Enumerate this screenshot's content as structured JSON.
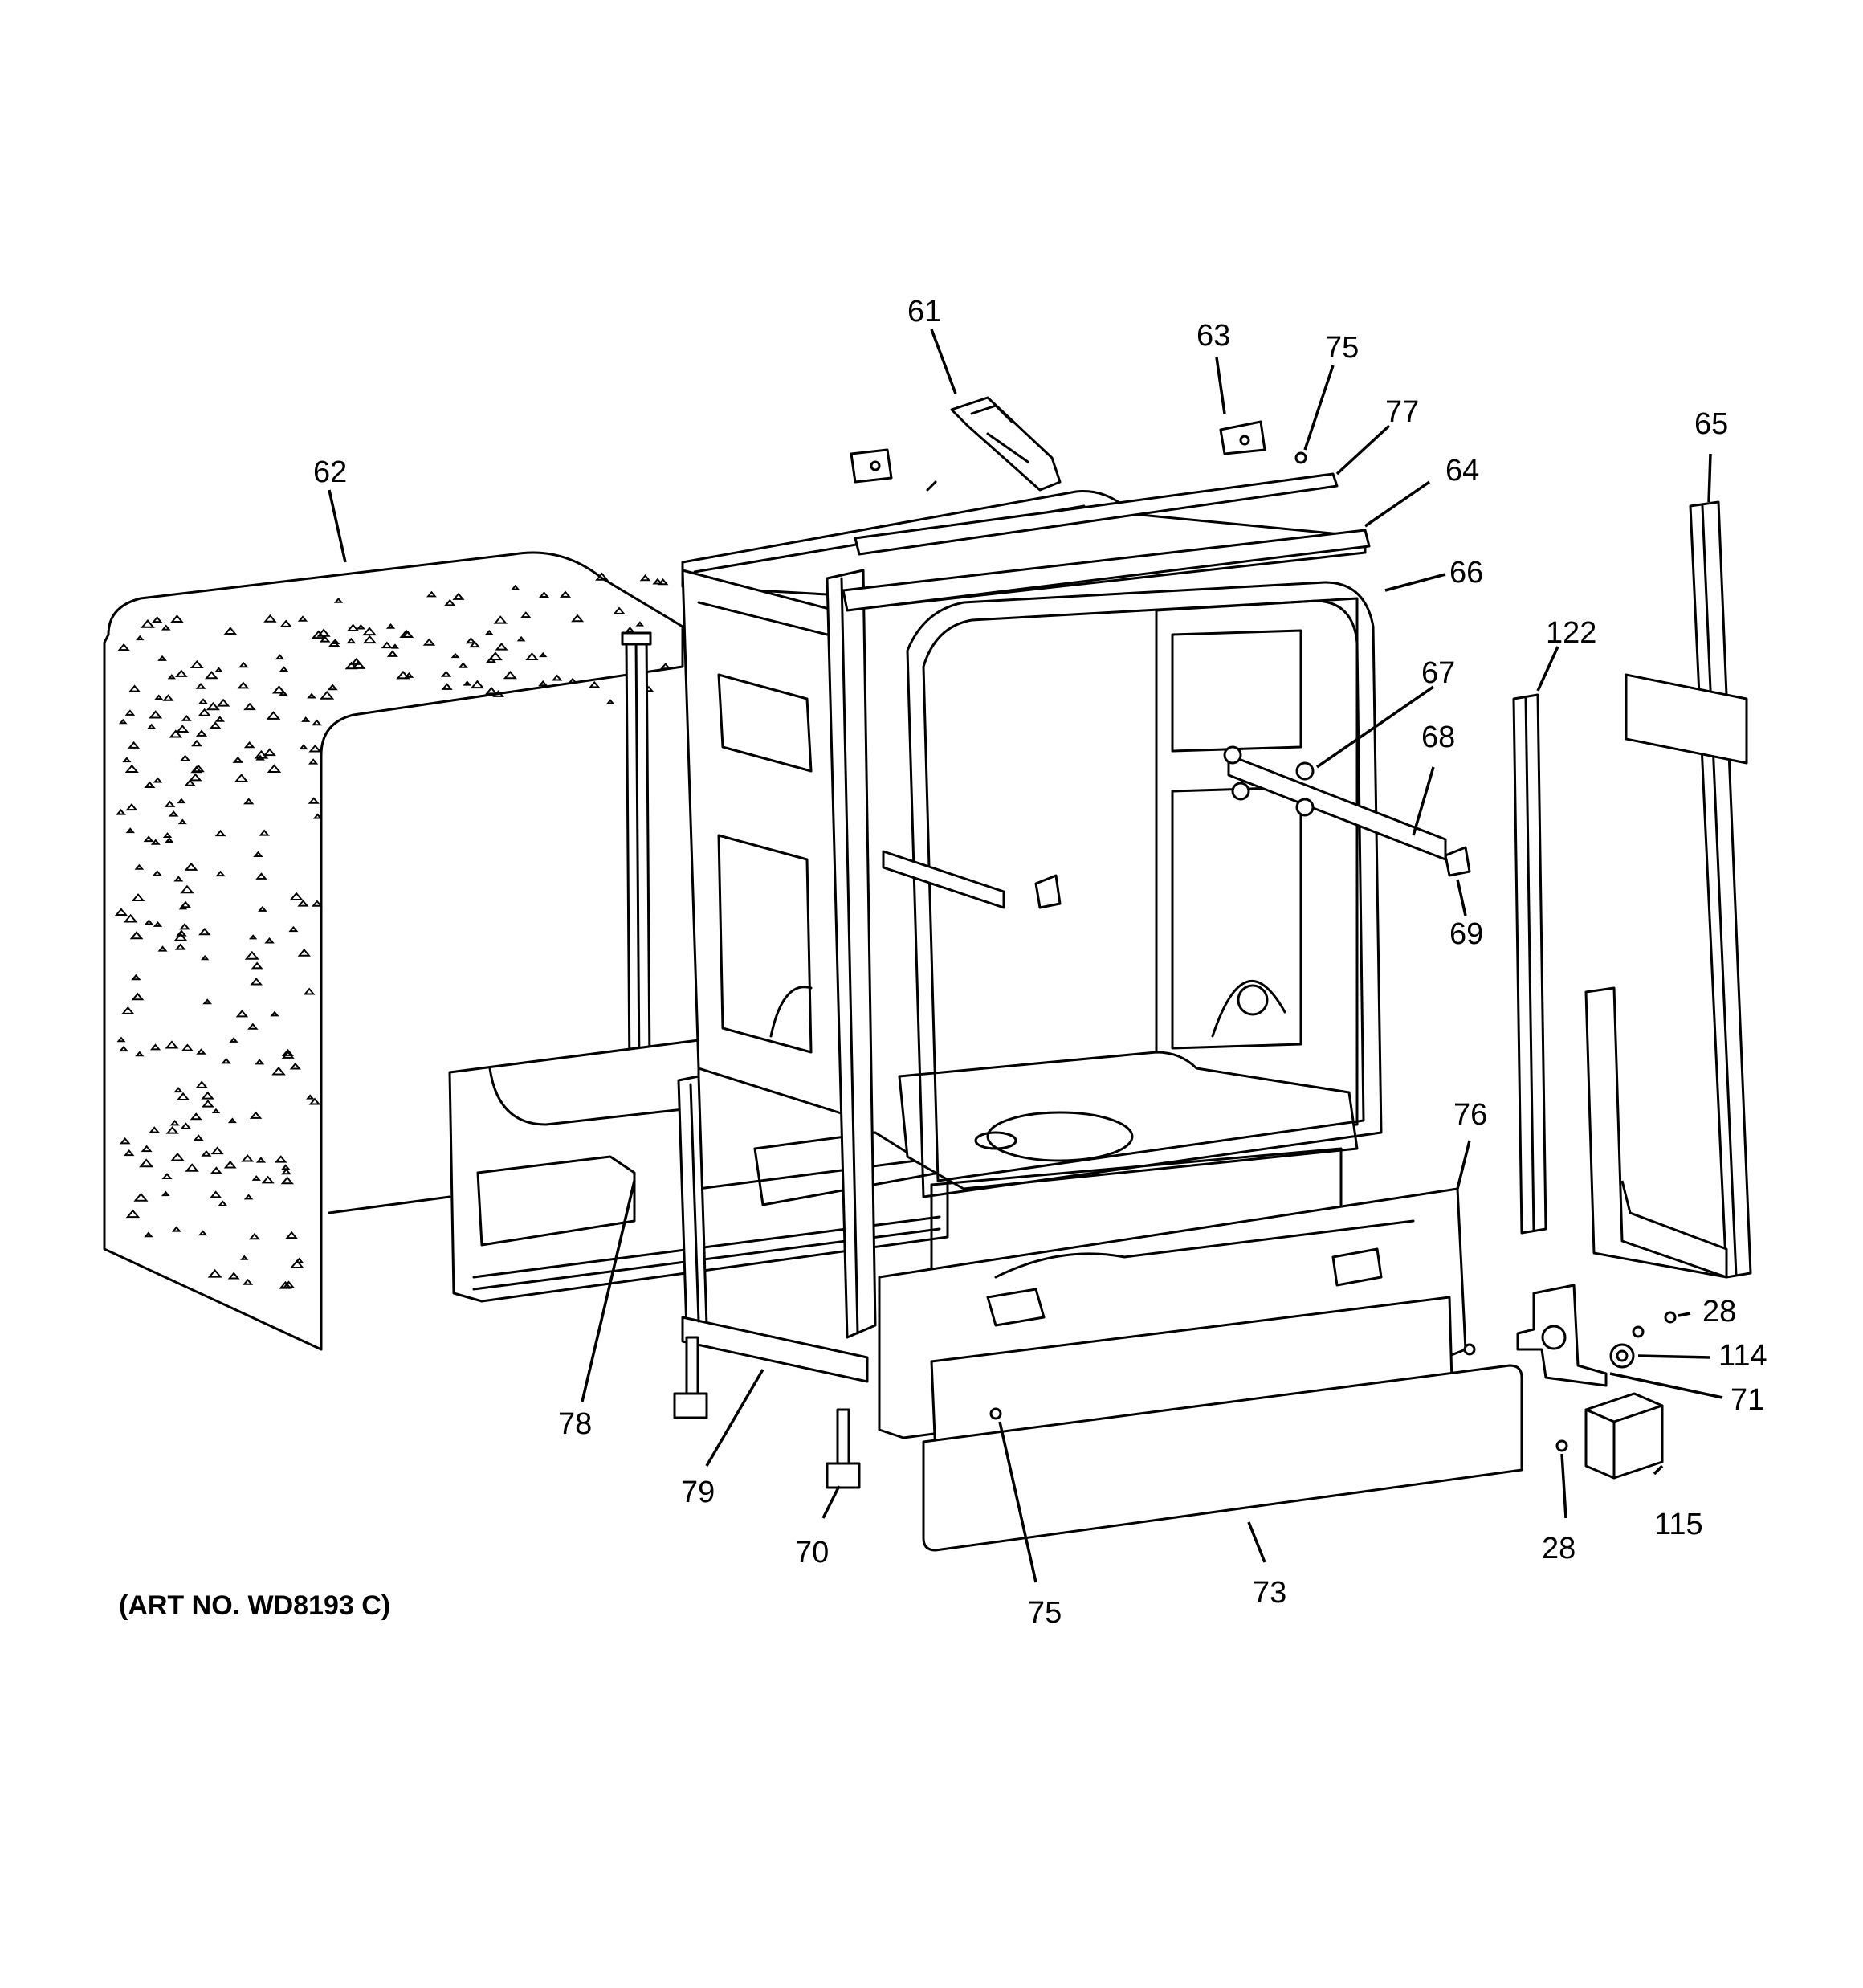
{
  "diagram": {
    "art_number": "(ART NO. WD8193 C)",
    "callouts": [
      {
        "id": "61",
        "label": "61"
      },
      {
        "id": "62",
        "label": "62"
      },
      {
        "id": "63",
        "label": "63"
      },
      {
        "id": "75a",
        "label": "75"
      },
      {
        "id": "77",
        "label": "77"
      },
      {
        "id": "64",
        "label": "64"
      },
      {
        "id": "65",
        "label": "65"
      },
      {
        "id": "66",
        "label": "66"
      },
      {
        "id": "122",
        "label": "122"
      },
      {
        "id": "67",
        "label": "67"
      },
      {
        "id": "68",
        "label": "68"
      },
      {
        "id": "69",
        "label": "69"
      },
      {
        "id": "76",
        "label": "76"
      },
      {
        "id": "28a",
        "label": "28"
      },
      {
        "id": "114",
        "label": "114"
      },
      {
        "id": "71",
        "label": "71"
      },
      {
        "id": "78",
        "label": "78"
      },
      {
        "id": "79",
        "label": "79"
      },
      {
        "id": "70",
        "label": "70"
      },
      {
        "id": "75b",
        "label": "75"
      },
      {
        "id": "73",
        "label": "73"
      },
      {
        "id": "28b",
        "label": "28"
      },
      {
        "id": "115",
        "label": "115"
      }
    ]
  }
}
